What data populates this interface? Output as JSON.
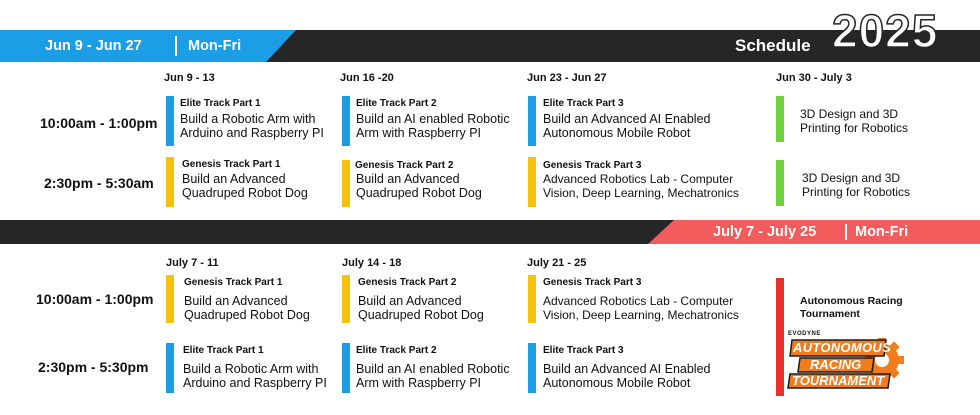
{
  "banners": {
    "first": {
      "dates": "Jun 9 - Jun 27",
      "days": "Mon-Fri",
      "schedule_label": "Schedule",
      "year": "2025"
    },
    "second": {
      "dates": "July 7 - July 25",
      "days": "Mon-Fri"
    }
  },
  "times": {
    "morning_1": "10:00am - 1:00pm",
    "afternoon_1": "2:30pm - 5:30am",
    "morning_2": "10:00am - 1:00pm",
    "afternoon_2": "2:30pm - 5:30pm"
  },
  "session1": {
    "weeks": [
      "Jun 9 - 13",
      "Jun 16 -20",
      "Jun 23 - Jun 27",
      "Jun 30 - July 3"
    ],
    "morning": [
      {
        "track": "Elite Track Part 1",
        "title": [
          "Build a Robotic Arm with",
          "Arduino and Raspberry PI"
        ]
      },
      {
        "track": "Elite Track Part 2",
        "title": [
          "Build an AI enabled Robotic",
          "Arm with  Raspberry PI"
        ]
      },
      {
        "track": "Elite Track Part 3",
        "title": [
          "Build an Advanced AI Enabled",
          "Autonomous Mobile Robot"
        ]
      },
      {
        "title": [
          "3D Design and 3D",
          "Printing for Robotics"
        ]
      }
    ],
    "afternoon": [
      {
        "track": "Genesis Track Part 1",
        "title": [
          "Build an Advanced",
          "Quadruped Robot Dog"
        ]
      },
      {
        "track": "Genesis Track Part 2",
        "title": [
          "Build an Advanced",
          "Quadruped Robot Dog"
        ]
      },
      {
        "track": "Genesis Track Part 3",
        "title": [
          "Advanced Robotics Lab -  Computer",
          "Vision, Deep Learning, Mechatronics"
        ]
      },
      {
        "title": [
          "3D Design and 3D",
          "Printing for Robotics"
        ]
      }
    ]
  },
  "session2": {
    "weeks": [
      "July 7 - 11",
      "July 14 - 18",
      "July 21 - 25"
    ],
    "morning": [
      {
        "track": "Genesis Track Part 1",
        "title": [
          "Build an Advanced",
          "Quadruped Robot Dog"
        ]
      },
      {
        "track": "Genesis Track Part 2",
        "title": [
          "Build an Advanced",
          "Quadruped Robot Dog"
        ]
      },
      {
        "track": "Genesis Track Part 3",
        "title": [
          "Advanced Robotics Lab - Computer",
          "Vision, Deep Learning, Mechatronics"
        ]
      }
    ],
    "afternoon": [
      {
        "track": "Elite Track Part 1",
        "title": [
          "Build a Robotic Arm with",
          "Arduino and Raspberry PI"
        ]
      },
      {
        "track": "Elite Track Part 2",
        "title": [
          "Build an AI enabled Robotic",
          "Arm with  Raspberry PI"
        ]
      },
      {
        "track": "Elite Track Part 3",
        "title": [
          "Build an Advanced AI Enabled",
          "Autonomous Mobile Robot"
        ]
      }
    ],
    "special": {
      "title": [
        "Autonomous Racing",
        "Tournament"
      ]
    }
  },
  "logo": {
    "brand": "EVODYNE",
    "words": [
      "AUTONOMOUS",
      "RACING",
      "TOURNAMENT"
    ],
    "icon": "gear-icon"
  },
  "colors": {
    "blue": "#1b9ee6",
    "yellow": "#f7c20b",
    "green": "#6fd13d",
    "red": "#e8312c",
    "dark": "#262626",
    "banner_red": "#f25c5c",
    "logo_orange": "#f07c1e"
  }
}
